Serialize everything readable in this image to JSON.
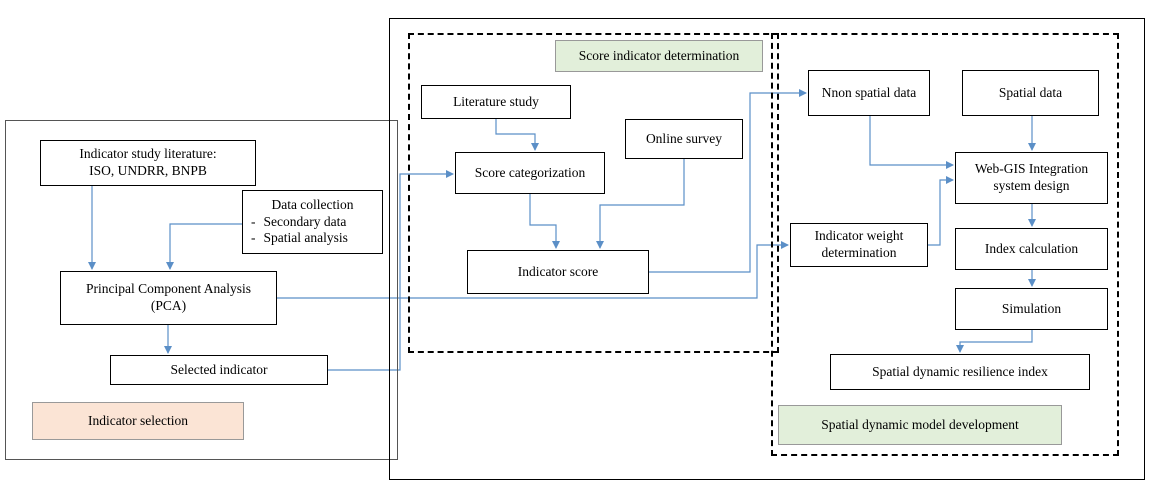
{
  "colors": {
    "arrow": "#5b8fc7",
    "selection_label_bg": "#fbe4d5",
    "green_label_bg": "#e2efda"
  },
  "diagram": {
    "indicator_study": [
      "Indicator study literature:",
      "ISO, UNDRR, BNPB"
    ],
    "data_collection": {
      "title": "Data collection",
      "items": [
        "Secondary data",
        "Spatial analysis"
      ]
    },
    "pca": [
      "Principal Component Analysis",
      "(PCA)"
    ],
    "selected_indicator": "Selected indicator",
    "indicator_selection_label": "Indicator selection",
    "score_determination_label": "Score indicator determination",
    "literature_study": "Literature study",
    "online_survey": "Online survey",
    "score_categorization": "Score categorization",
    "indicator_score": "Indicator score",
    "non_spatial_data": "Nnon spatial data",
    "spatial_data": "Spatial data",
    "webgis": [
      "Web-GIS Integration",
      "system design"
    ],
    "indicator_weight": [
      "Indicator weight",
      "determination"
    ],
    "index_calculation": "Index calculation",
    "simulation": "Simulation",
    "resilience_index": "Spatial dynamic resilience index",
    "model_development_label": "Spatial dynamic model development"
  }
}
